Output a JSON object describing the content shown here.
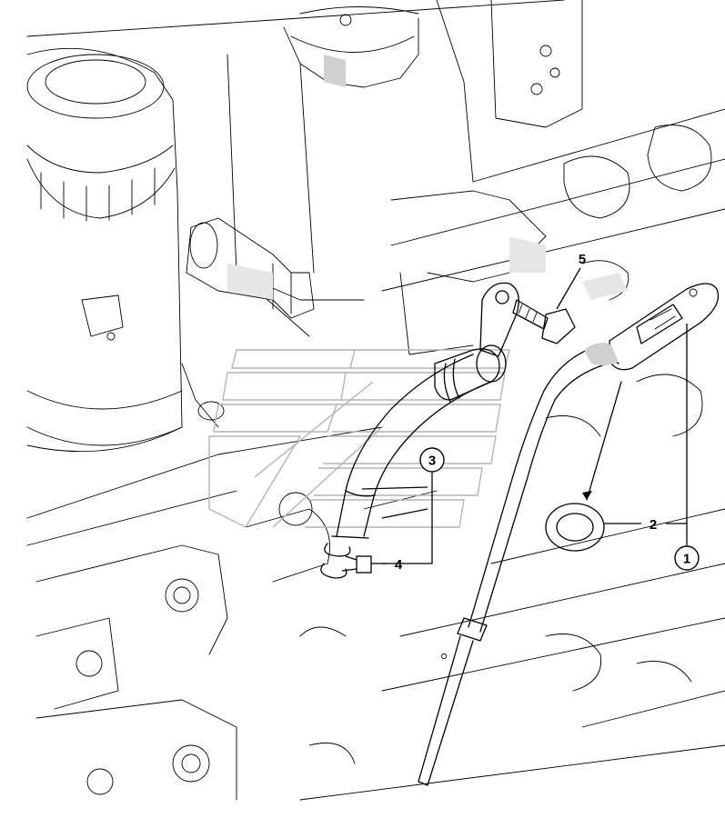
{
  "callouts": {
    "c1": "1",
    "c2": "2",
    "c3": "3",
    "c4": "4",
    "c5": "5"
  },
  "icons": {
    "watermark": "watermark-logo"
  }
}
